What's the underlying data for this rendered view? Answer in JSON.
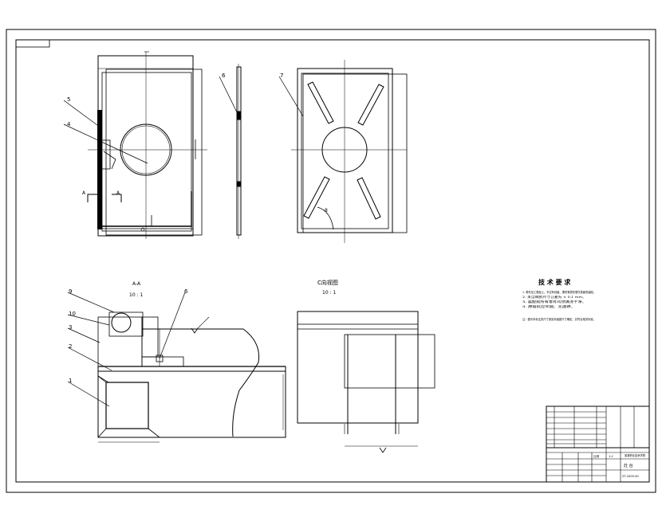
{
  "callouts": {
    "part1": "1",
    "part2": "2",
    "part3": "3",
    "part4": "4",
    "part5": "5",
    "part6": "6",
    "part7": "7",
    "part8": "8",
    "part9": "9",
    "part10": "10"
  },
  "section_label": "A-A",
  "section_scale": "10 : 1",
  "detail_label": "C向视图",
  "detail_scale": "10 : 1",
  "section_marks": {
    "left": "A",
    "right": "A"
  },
  "tech_requirements": {
    "title": "技 术 要 求",
    "lines": [
      "1. 零件加工表面上，不应有划痕、擦伤等损伤零件表面的缺陷。",
      "2. 未注明的尺寸公差为 ± 0.1 mm。",
      "3. 装配前所有零件均须清洗干净。",
      "4. 焊接处应牢固，无虚焊。"
    ],
    "note": "注：图中未标注的尺寸按实际装配尺寸确定，并符合相关标准。"
  },
  "title_block": {
    "school": "某某职业技术学院",
    "drawing_title": "灶 台",
    "drawing_no": "ZT-2009-00",
    "scale_label": "比例",
    "scale_value": "1:1"
  }
}
